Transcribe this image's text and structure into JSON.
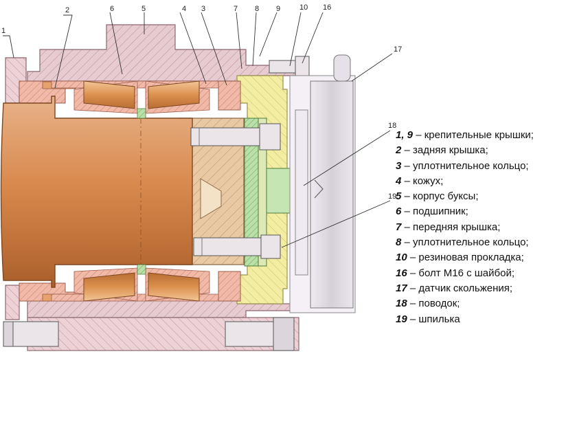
{
  "callouts": [
    "1",
    "2",
    "6",
    "5",
    "4",
    "3",
    "7",
    "8",
    "9",
    "10",
    "16",
    "17",
    "18",
    "19"
  ],
  "legend": [
    {
      "num": "1, 9",
      "text": " – крепительные крышки;"
    },
    {
      "num": "2",
      "text": " – задняя крышка;"
    },
    {
      "num": "3",
      "text": " – уплотнительное кольцо;"
    },
    {
      "num": "4",
      "text": " – кожух;"
    },
    {
      "num": "5",
      "text": " – корпус буксы;"
    },
    {
      "num": "6",
      "text": " – подшипник;"
    },
    {
      "num": "7",
      "text": " – передняя крышка;"
    },
    {
      "num": "8",
      "text": " – уплотнительное кольцо;"
    },
    {
      "num": "10",
      "text": " – резиновая прокладка;"
    },
    {
      "num": "16",
      "text": " – болт М16 с шайбой;"
    },
    {
      "num": "17",
      "text": " – датчик скольжения;"
    },
    {
      "num": "18",
      "text": " – поводок;"
    },
    {
      "num": "19",
      "text": " – шпилька"
    }
  ],
  "colors": {
    "housing": "#e4c8cf",
    "housing_hatch": "#b98a96",
    "cover": "#f1bcae",
    "roller": "#e09a5a",
    "axle": "#cf7d40",
    "yellow": "#f3eda0",
    "green": "#b6dfa7",
    "sensor": "#ded9e0"
  }
}
